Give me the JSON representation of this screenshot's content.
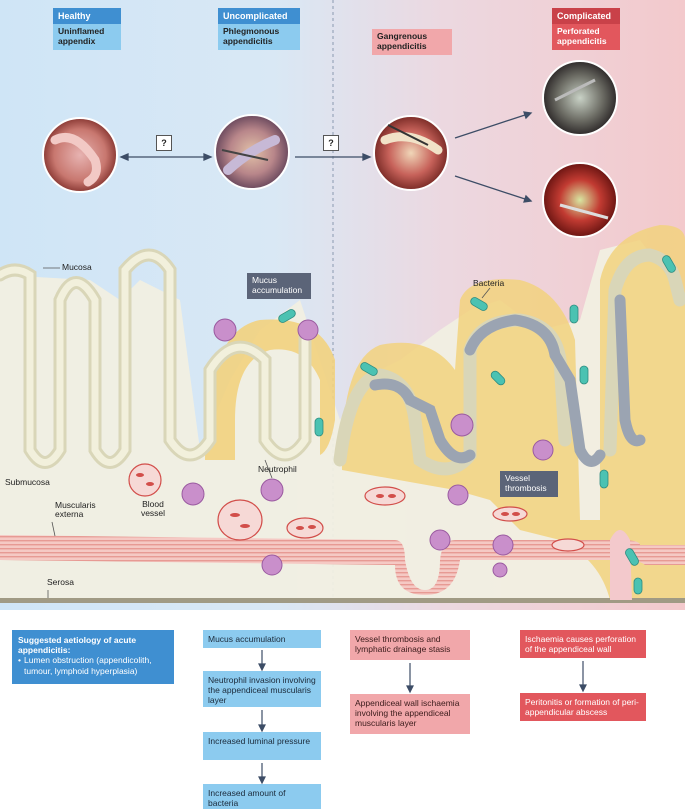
{
  "stages": {
    "healthy_tag": "Healthy",
    "healthy_label": "Uninflamed appendix",
    "uncomplicated_tag": "Uncomplicated",
    "uncomplicated_label": "Phlegmonous appendicitis",
    "gangrenous_label": "Gangrenous appendicitis",
    "complicated_tag": "Complicated",
    "complicated_label": "Perforated appendicitis",
    "question_mark": "?"
  },
  "anatomy": {
    "mucosa": "Mucosa",
    "submucosa": "Submucosa",
    "muscularis_externa": "Muscularis externa",
    "serosa": "Serosa",
    "blood_vessel": "Blood vessel",
    "neutrophil": "Neutrophil",
    "mucus_accumulation": "Mucus accumulation",
    "bacteria": "Bacteria",
    "vessel_thrombosis": "Vessel thrombosis"
  },
  "aetiology": {
    "title": "Suggested aetiology of acute appendicitis:",
    "bullet": "Lumen obstruction (appendicolith, tumour, lymphoid hyperplasia)"
  },
  "flow_blue": [
    "Mucus accumulation",
    "Neutrophil invasion involving the appendiceal muscularis layer",
    "Increased luminal pressure",
    "Increased amount of bacteria"
  ],
  "flow_pink": [
    "Vessel thrombosis and lymphatic drainage stasis",
    "Appendiceal wall ischaemia involving the appendiceal muscularis layer"
  ],
  "flow_red": [
    "Ischaemia causes perforation of the appendiceal wall",
    "Peritonitis or formation of peri-appendicular abscess"
  ],
  "colors": {
    "healthy": "#3f8fd1",
    "light_blue": "#8ccbef",
    "pink": "#f1a7aa",
    "red": "#e2575d",
    "mucus": "#f2d27e",
    "wall": "#f1efe2"
  }
}
